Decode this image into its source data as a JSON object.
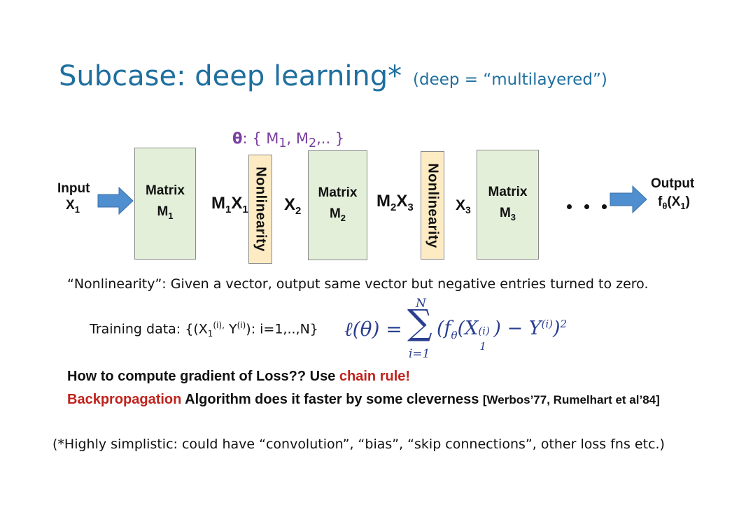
{
  "title": "Subcase: deep learning*",
  "subtitle": "(deep = “multilayered”)",
  "theta_label": {
    "symbol": "θ",
    "text": ": { M",
    "m1_sub": "1",
    "mid": ", M",
    "m2_sub": "2",
    "end": ",.. }"
  },
  "input": {
    "line1": "Input",
    "x": "X",
    "x_sub": "1"
  },
  "output": {
    "line1": "Output",
    "f": "f",
    "f_sub": "θ",
    "arg": "(X",
    "arg_sub": "1",
    "close": ")"
  },
  "matrices": [
    {
      "line1": "Matrix",
      "m": "M",
      "sub": "1"
    },
    {
      "line1": "Matrix",
      "m": "M",
      "sub": "2"
    },
    {
      "line1": "Matrix",
      "m": "M",
      "sub": "3"
    }
  ],
  "nonlinearity_label": "Nonlinearity",
  "flow_labels": {
    "m1x1": {
      "a": "M",
      "a_sub": "1",
      "b": "X",
      "b_sub": "1"
    },
    "x2": {
      "a": "X",
      "a_sub": "2"
    },
    "m2x3": {
      "a": "M",
      "a_sub": "2",
      "b": "X",
      "b_sub": "3"
    },
    "x3": {
      "a": "X",
      "a_sub": "3"
    }
  },
  "nonlinearity_def": "“Nonlinearity”: Given a vector, output same vector but negative entries turned to zero.",
  "training": {
    "prefix": "Training data: {(X",
    "sub1": "1",
    "sup1": "(i),",
    "mid": " Y",
    "sup2": "(i)",
    "rest": "): i=1,..,N}"
  },
  "loss": {
    "lhs": "ℓ(θ) =",
    "sum_top": "N",
    "sum": "∑",
    "sum_bottom": "i=1",
    "term": "(f",
    "term_sub": "θ",
    "term2": "(X",
    "x_sub": "1",
    "x_sup": "(i)",
    "term3": ") − Y",
    "y_sup": "(i)",
    "term4": ")",
    "power": "2"
  },
  "gradient_line": {
    "text": "How to compute gradient of  Loss?? Use ",
    "red": "chain rule!"
  },
  "backprop_line": {
    "red": "Backpropagation",
    "text": " Algorithm does it faster by some cleverness ",
    "cite": "[Werbos’77, Rumelhart et al’84]"
  },
  "footnote": "(*Highly simplistic: could have “convolution”, “bias”, “skip connections”, other loss fns etc.)",
  "colors": {
    "title": "#1f6f9f",
    "theta": "#7b3fa0",
    "arrow": "#4f8fd0",
    "matrix_fill": "#e3efd9",
    "nonlinearity_fill": "#fdebc3",
    "red": "#c0221c",
    "math": "#2a3f8f"
  }
}
